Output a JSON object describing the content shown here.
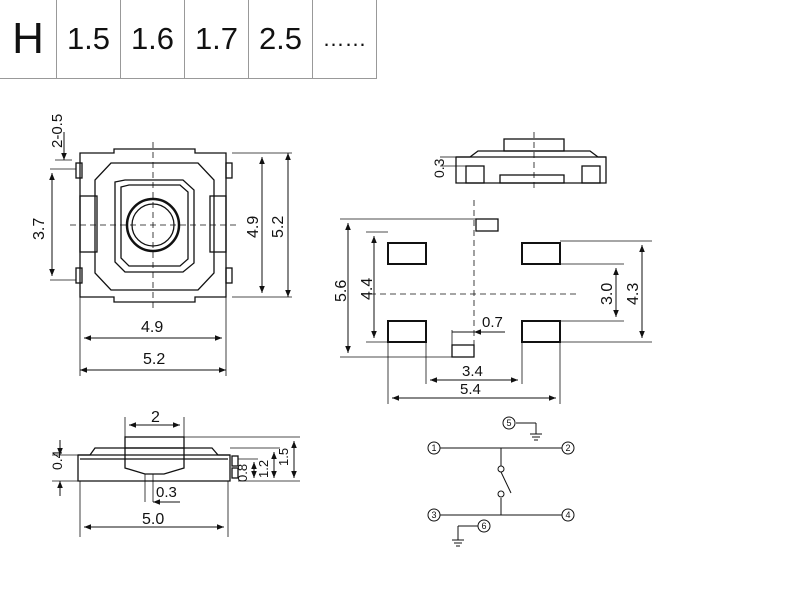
{
  "height_table": {
    "label": "H",
    "values": [
      "1.5",
      "1.6",
      "1.7",
      "2.5",
      "……"
    ]
  },
  "top_view": {
    "pin_label": "2-0.5",
    "dim_height_3_7": "3.7",
    "dim_height_4_9": "4.9",
    "dim_height_5_2": "5.2",
    "dim_width_4_9": "4.9",
    "dim_width_5_2": "5.2"
  },
  "side_view_right": {
    "dim_0_3": "0.3"
  },
  "pcb_layout": {
    "dim_5_6": "5.6",
    "dim_4_4": "4.4",
    "dim_3_0": "3.0",
    "dim_4_3": "4.3",
    "dim_0_7": "0.7",
    "dim_3_4": "3.4",
    "dim_5_4": "5.4"
  },
  "front_view": {
    "dim_2": "2",
    "dim_0_4": "0.4",
    "dim_0_3": "0.3",
    "dim_5_0": "5.0",
    "dim_0_8": "0.8",
    "dim_1_2": "1.2",
    "dim_1_5": "1.5"
  },
  "schematic": {
    "pins": [
      "1",
      "2",
      "3",
      "4",
      "5",
      "6"
    ]
  }
}
